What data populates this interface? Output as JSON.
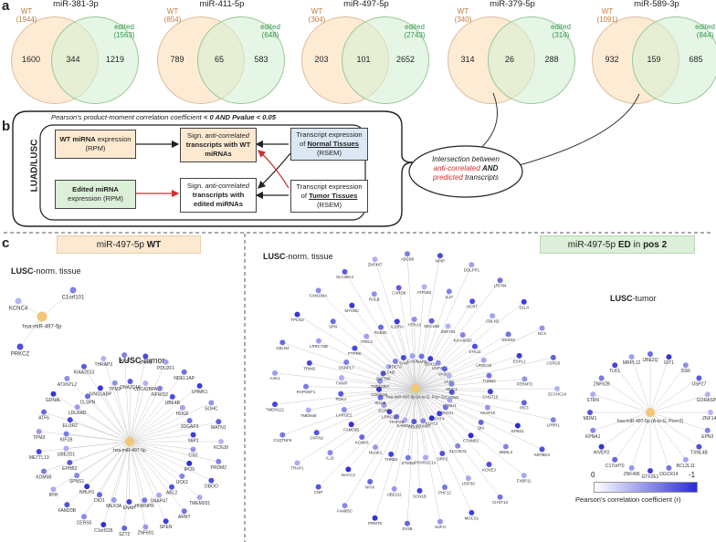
{
  "panel_a": {
    "letter": "a",
    "venns": [
      {
        "title": "miR-381-3p",
        "wt_label": "WT",
        "wt_total": "(1944)",
        "ed_label": "edited",
        "ed_total": "(1563)",
        "left": "1600",
        "mid": "344",
        "right": "1219"
      },
      {
        "title": "miR-411-5p",
        "wt_label": "WT",
        "wt_total": "(854)",
        "ed_label": "edited",
        "ed_total": "(648)",
        "left": "789",
        "mid": "65",
        "right": "583"
      },
      {
        "title": "miR-497-5p",
        "wt_label": "WT",
        "wt_total": "(304)",
        "ed_label": "edited",
        "ed_total": "(2743)",
        "left": "203",
        "mid": "101",
        "right": "2652"
      },
      {
        "title": "miR-379-5p",
        "wt_label": "WT",
        "wt_total": "(340)",
        "ed_label": "edited",
        "ed_total": "(314)",
        "left": "314",
        "mid": "26",
        "right": "288"
      },
      {
        "title": "miR-589-3p",
        "wt_label": "WT",
        "wt_total": "(1091)",
        "ed_label": "edited",
        "ed_total": "(844)",
        "left": "932",
        "mid": "159",
        "right": "685"
      }
    ]
  },
  "panel_b": {
    "letter": "b",
    "criteria_pre": "Pearson's product-moment correlation coefficient",
    "criteria_post": "< 0 AND Pvalue < 0.05",
    "side_label": "LUAD/LUSC",
    "wt_expr_bold": "WT miRNA",
    "wt_expr_rest": "expression (RPM)",
    "ed_expr_bold": "Edited miRNA",
    "ed_expr_rest": "expression (RPM)",
    "sign_wt_1": "Sign.",
    "sign_wt_2": "anti-correlated",
    "sign_wt_3": "transcripts with",
    "sign_wt_4": "WT miRNAs",
    "sign_ed_1": "Sign.",
    "sign_ed_2": "anti-correlated",
    "sign_ed_3": "transcripts with",
    "sign_ed_4": "edited miRNAs",
    "normal_1": "Transcript expression of",
    "normal_2": "Normal Tissues",
    "normal_3": "(RSEM)",
    "tumor_1": "Transcript expression of",
    "tumor_2": "Tumor Tissues",
    "tumor_3": "(RSEM)",
    "intersect_1": "Intersection between",
    "intersect_2": "anti-correlated",
    "intersect_3": "AND",
    "intersect_4": "predicted",
    "intersect_5": "transcripts"
  },
  "panel_c": {
    "letter": "c",
    "banner_wt_pre": "miR-497-5p",
    "banner_wt_bold": "WT",
    "banner_ed_pre": "miR-497-5p",
    "banner_ed_bold": "ED",
    "banner_ed_mid": "in",
    "banner_ed_pos": "pos 2",
    "net1_title_bold": "LUSC",
    "net1_title_rest": "-norm. tissue",
    "net2_title_bold": "LUSC",
    "net2_title_rest": "-tumor",
    "net3_title_bold": "LUSC",
    "net3_title_rest": "-norm. tissue",
    "net4_title_bold": "LUSC",
    "net4_title_rest": "-tumor",
    "legend_min": "0",
    "legend_max": "-1",
    "legend_title": "Pearson's correlation coefficient (r)",
    "networks": [
      {
        "center": "hsa-miR-497-5p",
        "genes": [
          "KCNC4",
          "C1orf101",
          "PRKCZ"
        ]
      },
      {
        "center": "hsa-miR-497-5p",
        "genes": [
          "KCNJ9",
          "PRDM2",
          "DBOO",
          "TMEM201",
          "ARNT",
          "SPEN",
          "ZNF691",
          "SZT2",
          "C1orf226",
          "CERS5",
          "FAM20B",
          "IPIH",
          "KDM5B",
          "METTL13",
          "TPM3",
          "ATF6",
          "GDNAL",
          "ATXN7L2",
          "KIAA2013",
          "THRAP3",
          "AK4",
          "SNIP1",
          "PDU2F1",
          "NDEL1AP",
          "UHMK1",
          "SOHC",
          "MATN1",
          "IPO9",
          "UCK2",
          "ABL2",
          "SNAP47",
          "HNRNPR",
          "ENAH",
          "MEX3A",
          "DIO1",
          "NHLH1",
          "SPNS1",
          "EPHB2",
          "UBE2D1",
          "KIF1B",
          "ELOR2",
          "LDLRAD",
          "CLSPN",
          "IVNS1ABP",
          "TPM3",
          "DNAJC16",
          "CDC42BPA",
          "RFWD2",
          "UBE4B",
          "HDGF",
          "3DGAP3",
          "YAP1",
          "CS0"
        ]
      },
      {
        "center": "hsa-miR-497-5p (A-to-G, Pos=2)",
        "genes": [
          "ZCCHC24",
          "LPRR1",
          "KBTBD4",
          "FXBP11",
          "CHST13",
          "MOCS1",
          "SUFU",
          "SV2B",
          "PRMT8",
          "FAM65C",
          "CNP",
          "TRAP1",
          "C1QTNF6",
          "TMEM121",
          "AAK1",
          "CBLN4",
          "TPCN2",
          "FAM194A",
          "SLC38A4",
          "ZNF467",
          "ABCB9",
          "NPIP",
          "DOLPP1",
          "LRFN4",
          "DLL4",
          "DCX",
          "CSPG5",
          "EPB41",
          "MBNL2",
          "KCNE3",
          "USP30",
          "PHF12",
          "SCN1B",
          "UBE2J2",
          "NFIX",
          "NACC2",
          "IL16",
          "CNTN2",
          "TMEM48",
          "RAPGEF1",
          "TRIM2",
          "LRRC75B",
          "SPN",
          "MYO5C",
          "RALB",
          "CARD8",
          "ATP1B2",
          "IL27",
          "HCRT",
          "CBLN3",
          "SESN3",
          "ESPL1",
          "FERMT2",
          "IRF3",
          "CTNNB1",
          "SLC25A3",
          "DRP2",
          "PPARGC1A",
          "STMN3",
          "THRB2",
          "NUAK1",
          "KCNK6",
          "FAM20B",
          "LARGE2",
          "PDK4",
          "TXNIP",
          "OSBPL7",
          "PTPRK",
          "YPEL1",
          "RAB3C",
          "IL10RA",
          "HTRA3",
          "SEC16B",
          "ZNF704",
          "KIAA0930",
          "STK11",
          "LRRC15",
          "TUBB3",
          "CHST10",
          "AKAP10",
          "QKI",
          "KLHL3",
          "FBXW8",
          "CISD1",
          "SAMD4A",
          "TFAP2B",
          "LRRC20",
          "EGR3",
          "SDHB",
          "CDKN1B",
          "TMEM38A",
          "ZNF395",
          "CLCN5",
          "PDE7A",
          "SIX4",
          "GAS7",
          "NAPB",
          "SOX11",
          "USP47",
          "VASH1",
          "ULK1",
          "MUC1",
          "CADM1",
          "KCNH1",
          "FBXO41",
          "SYT4"
        ]
      },
      {
        "center": "hsa-miR-497-5p (A-to-G, Pos=2)",
        "genes": [
          "ZNF148",
          "EPN3",
          "TXNL4B",
          "BCL2L11",
          "DGCR14",
          "GTF2E1",
          "ZNF496",
          "C17orf70",
          "HIVEP2",
          "KPNA1",
          "MDM1",
          "STRN",
          "ZNF628",
          "TLK1",
          "MRPL12",
          "UBE2Q",
          "GIT1",
          "SSR",
          "USP27",
          "GORASP2"
        ]
      }
    ]
  },
  "colors": {
    "wt_fill": "#fde4c4",
    "ed_fill": "#d6f0d6",
    "wt_text": "#c07a3a",
    "ed_text": "#2e9a4a",
    "node_low": "#e8e8ff",
    "node_high": "#2b2bd6",
    "center_node": "#f4c675",
    "arrow_red": "#d03030",
    "normal_box": "#dbe8f3"
  }
}
